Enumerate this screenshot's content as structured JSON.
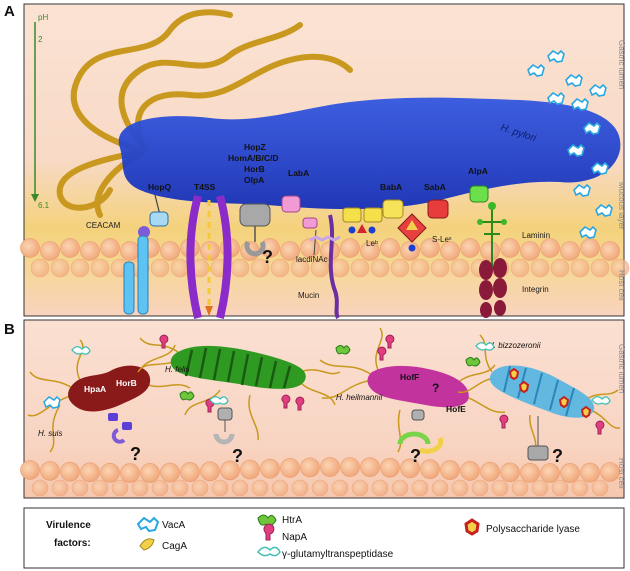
{
  "panel_a": {
    "letter": "A",
    "ph_label": "pH",
    "ph_top": "2",
    "ph_bottom": "6.1",
    "species_label": "H. pylori",
    "side_labels": {
      "lumen": "Gastric lumen",
      "mucous": "Mucous layer",
      "host": "Host cell"
    },
    "adhesins": {
      "hopq": "HopQ",
      "t4ss": "T4SS",
      "hopz": "HopZ",
      "homa": "HomA/B/C/D",
      "horb": "HorB",
      "olpa": "OlpA",
      "laba": "LabA",
      "baba": "BabA",
      "saba": "SabA",
      "alpa": "AlpA"
    },
    "ligands": {
      "ceacam": "CEACAM",
      "lacdinac": "lacdiNAc",
      "leb": "Leᵇ",
      "slex": "S-Leˣ",
      "mucin": "Mucin",
      "laminin": "Laminin",
      "integrin": "Integrin"
    },
    "unknown": "?"
  },
  "panel_b": {
    "letter": "B",
    "side_labels": {
      "lumen": "Gastric lumen",
      "host": "Host cell"
    },
    "species": {
      "suis": "H. suis",
      "felis": "H. felis",
      "heilmannii": "H. heilmannii",
      "bizzozeronii": "H. bizzozeronii"
    },
    "adhesins": {
      "hpaa": "HpaA",
      "horb": "HorB",
      "hoff": "HofF",
      "hofe": "HofE"
    },
    "unknown": "?"
  },
  "legend": {
    "title_line1": "Virulence",
    "title_line2": "factors:",
    "items": {
      "vaca": "VacA",
      "caga": "CagA",
      "htra": "HtrA",
      "napa": "NapA",
      "ggt": "γ-glutamyltranspeptidase",
      "pl": "Polysaccharide lyase"
    }
  },
  "colors": {
    "bacterium": "#1f3fd0",
    "flagella": "#c9981e",
    "gastric_bg": "#f9dccb",
    "mucous": "#f2d57c",
    "host_cells": "#f7c49c",
    "vaca": "#2aa7e0",
    "caga": "#f3d04a",
    "htra": "#6fc63a",
    "napa": "#e0407f",
    "ggt": "#7fd6d0",
    "pl": "#c8201e"
  }
}
